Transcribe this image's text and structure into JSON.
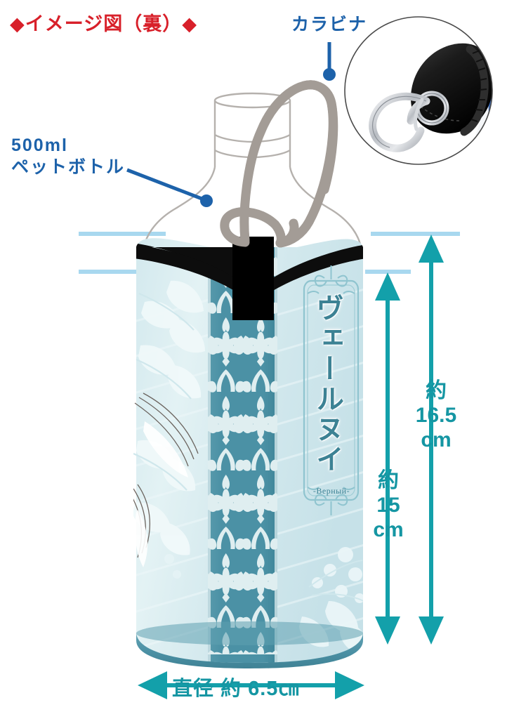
{
  "page": {
    "title": "◆イメージ図（裏）◆",
    "title_color": "#d8202a",
    "background": "#ffffff"
  },
  "callouts": [
    {
      "id": "bottle",
      "text": "500ml\nペットボトル",
      "color": "#1d62aa",
      "leader": "line-with-dot"
    },
    {
      "id": "carabiner",
      "text": "カラビナ",
      "color": "#1d62aa",
      "leader": "line-with-dot"
    }
  ],
  "dimensions": {
    "color": "#1596a3",
    "guide_line_color": "#a8d8ef",
    "height_outer": "約\n16.5\ncm",
    "height_inner": "約\n15\ncm",
    "diameter": "直径 約 6.5㎝"
  },
  "product": {
    "body_color": "#dceef1",
    "body_shade_color": "#c9e4ea",
    "band_color": "#4e93a6",
    "band_motif_color": "#dfeef0",
    "trim_color": "#0d0d0d",
    "base_color": "#4e93a6",
    "tab_color": "#000000",
    "strap_color": "#a39c96",
    "bottle_outline_color": "#b5b1ad",
    "label": {
      "frame_color": "#8fc4cf",
      "text_vertical": "ヴェールヌイ",
      "text_sub": "-Верный-",
      "text_color": "#3c8294"
    }
  },
  "inset_photo": {
    "id": "carabiner-closeup",
    "border_color": "#4a4a4a",
    "pouch_color": "#141414",
    "carabiner_color": "#c9ccd0",
    "accent_color": "#1b50a8"
  }
}
